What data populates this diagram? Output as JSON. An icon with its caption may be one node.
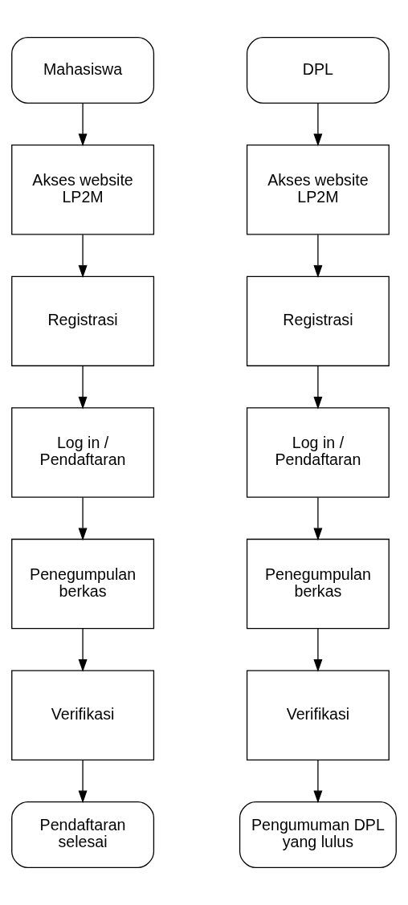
{
  "diagram": {
    "nodes": [
      {
        "text": [
          "Mahasiswa"
        ]
      },
      {
        "text": [
          "Akses website LP2M"
        ]
      },
      {
        "text": [
          "Registrasi"
        ]
      },
      {
        "text": [
          "Log in / Pendaftaran"
        ]
      },
      {
        "text": [
          "Penegumpulan berkas"
        ]
      },
      {
        "text": [
          "Verifikasi"
        ]
      },
      {
        "text": [
          "Pendaftaran selesai"
        ]
      },
      {
        "text": [
          "DPL"
        ]
      },
      {
        "text": [
          "Akses website LP2M"
        ]
      },
      {
        "text": [
          "Registrasi"
        ]
      },
      {
        "text": [
          "Log in / Pendaftaran"
        ]
      },
      {
        "text": [
          "Penegumpulan berkas"
        ]
      },
      {
        "text": [
          "Verifikasi"
        ]
      },
      {
        "text": [
          "Pengumuman DPL yang lulus"
        ]
      }
    ],
    "edges": [
      {
        "from": 0,
        "to": 1,
        "arrow": "to"
      },
      {
        "from": 1,
        "to": 2,
        "arrow": "to"
      },
      {
        "from": 2,
        "to": 3,
        "arrow": "to"
      },
      {
        "from": 3,
        "to": 4,
        "arrow": "to"
      },
      {
        "from": 4,
        "to": 5,
        "arrow": "to"
      },
      {
        "from": 5,
        "to": 6,
        "arrow": "to"
      },
      {
        "from": 7,
        "to": 8,
        "arrow": "to"
      },
      {
        "from": 8,
        "to": 9,
        "arrow": "to"
      },
      {
        "from": 9,
        "to": 10,
        "arrow": "to"
      },
      {
        "from": 10,
        "to": 11,
        "arrow": "to"
      },
      {
        "from": 11,
        "to": 12,
        "arrow": "to"
      },
      {
        "from": 12,
        "to": 13,
        "arrow": "to"
      }
    ]
  }
}
